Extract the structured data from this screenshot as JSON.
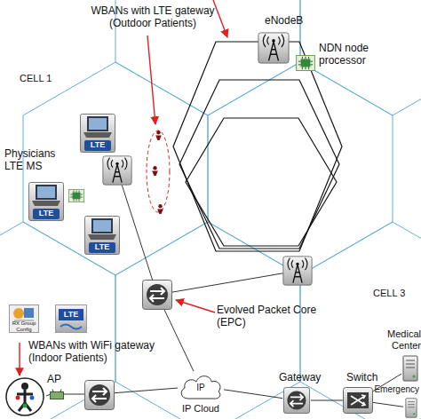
{
  "diagram": {
    "nodes": [
      {
        "text": [
          "eNodeB"
        ]
      },
      {
        "text": [
          "NDN node processor"
        ]
      },
      {
        "text": [
          "LTE"
        ]
      },
      {
        "text": [
          "Physicians LTE MS",
          "LTE"
        ]
      },
      {
        "text": [
          "LTE"
        ]
      },
      {
        "text": [
          "Evolved Packet Core (EPC)"
        ]
      },
      {
        "text": [
          "AP"
        ]
      },
      {
        "text": [
          "IP",
          "IP Cloud"
        ]
      },
      {
        "text": [
          "Gateway"
        ]
      },
      {
        "text": [
          "Switch"
        ]
      },
      {
        "text": [
          "Medical Center"
        ]
      },
      {
        "text": [
          "Emergency"
        ]
      }
    ],
    "edges": [
      {
        "from": 5,
        "to": 7,
        "arrow": "none"
      },
      {
        "from": 6,
        "to": 7,
        "arrow": "none"
      },
      {
        "from": 7,
        "to": 8,
        "arrow": "none"
      },
      {
        "from": 8,
        "to": 9,
        "arrow": "none"
      },
      {
        "from": 9,
        "to": 10,
        "arrow": "none"
      },
      {
        "from": 9,
        "to": 11,
        "arrow": "none"
      }
    ],
    "labels": [
      "WBANs with LTE gateway (Outdoor Patients)",
      "CELL 1",
      "CELL 3",
      "RX Group Config",
      "LTE",
      "WBANs with WiFi gateway (Indoor Patients)"
    ]
  }
}
